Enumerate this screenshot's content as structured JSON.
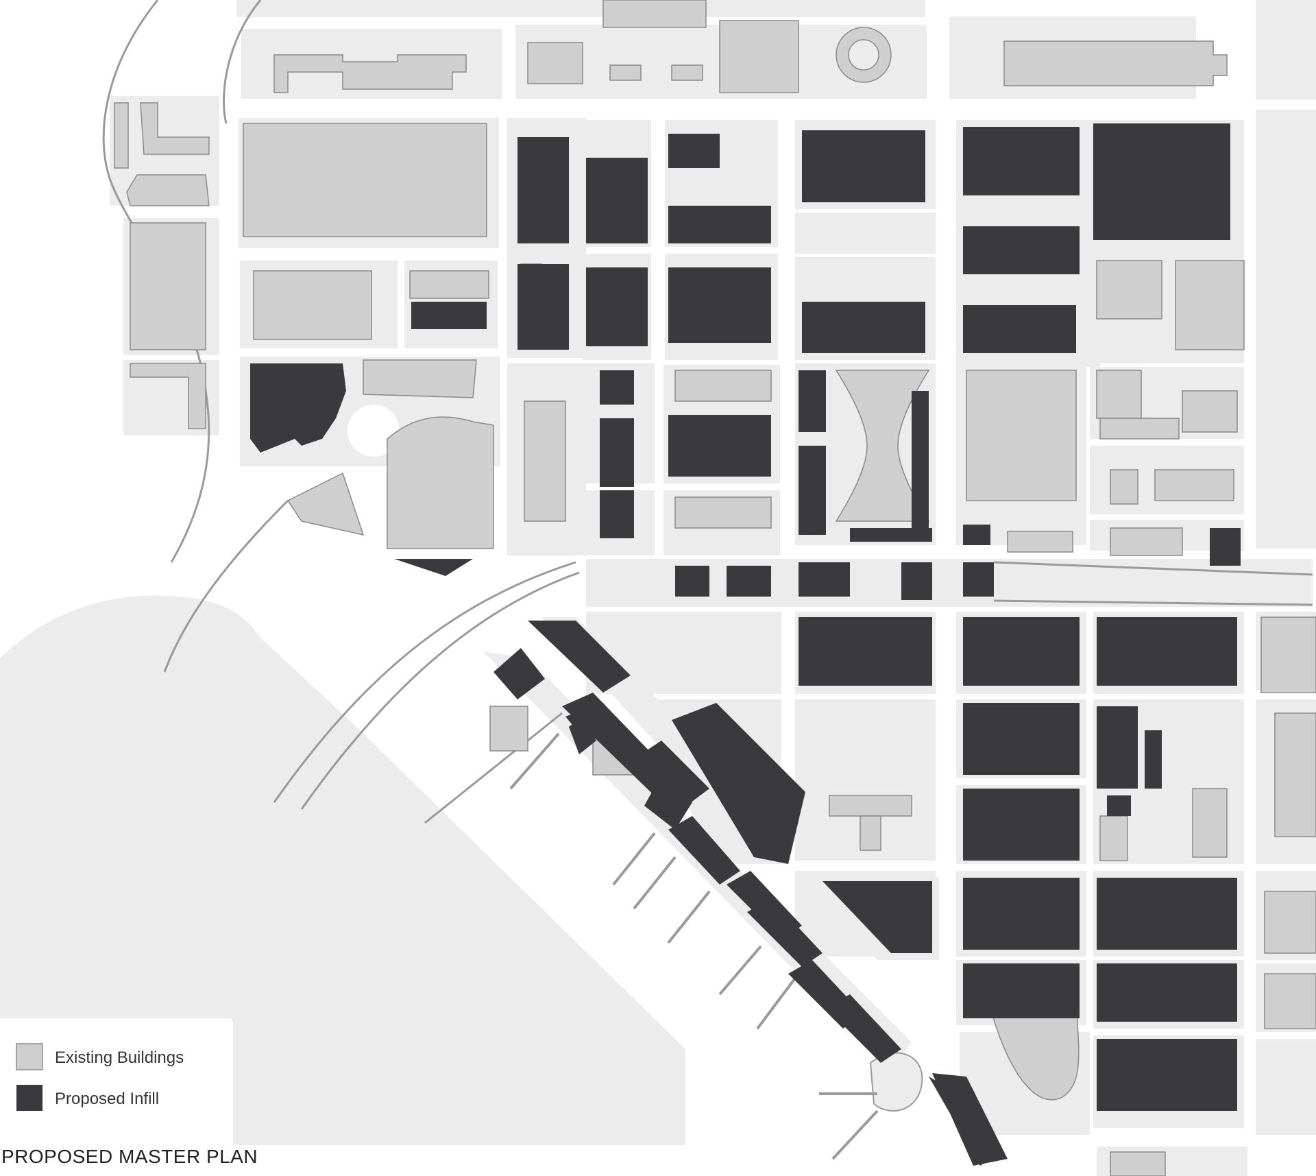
{
  "title": "PROPOSED MASTER PLAN",
  "legend": {
    "items": [
      {
        "label": "Existing Buildings",
        "swatch": "existing"
      },
      {
        "label": "Proposed Infill",
        "swatch": "proposed"
      }
    ]
  },
  "colors": {
    "background": "#ffffff",
    "block": "#ececec",
    "existing": "#cfcfcf",
    "existing_stroke": "#8a8a8a",
    "proposed": "#3a3a3c",
    "water": "#ececec",
    "rail": "#9a9a9a"
  }
}
